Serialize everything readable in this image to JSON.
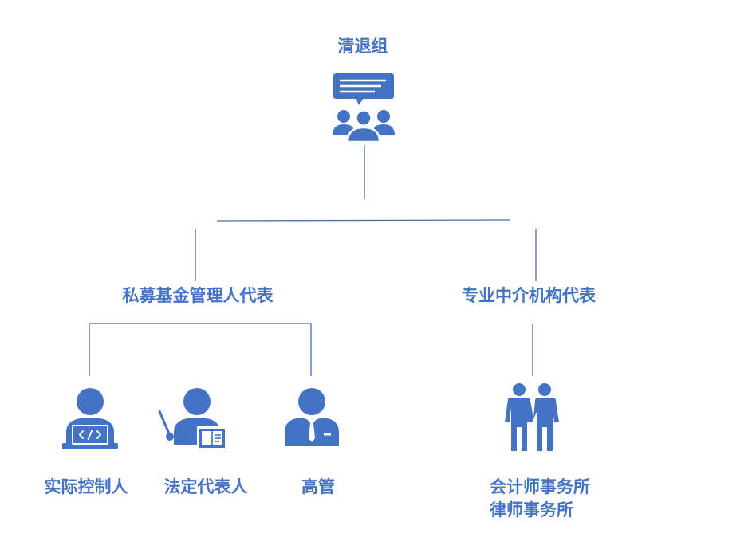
{
  "colors": {
    "accent": "#4472C4",
    "line": "#4A6FA8"
  },
  "root": {
    "label": "清退组",
    "icon": "team-discussion-icon"
  },
  "branches": [
    {
      "label": "私募基金管理人代表"
    },
    {
      "label": "专业中介机构代表"
    }
  ],
  "leaves": [
    {
      "label": "实际控制人",
      "icon": "programmer-laptop-icon"
    },
    {
      "label": "法定代表人",
      "icon": "presenter-icon"
    },
    {
      "label": "高管",
      "icon": "executive-icon"
    }
  ],
  "intermediaries": {
    "icon": "two-people-icon",
    "lines": [
      "会计师事务所",
      "律师事务所"
    ]
  }
}
